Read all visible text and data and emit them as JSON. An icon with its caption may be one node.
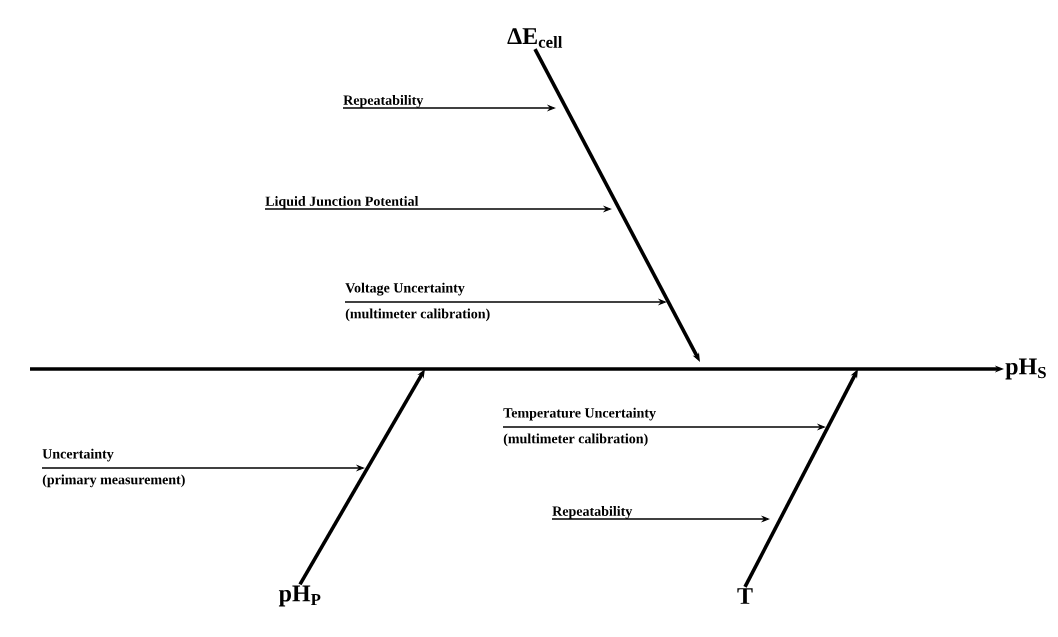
{
  "diagram": {
    "nodes": [
      {
        "text": [
          "ΔE$_{cell}$"
        ]
      },
      {
        "text": [
          "Repeatability"
        ]
      },
      {
        "text": [
          "Liquid Junction Potential"
        ]
      },
      {
        "text": [
          "Voltage Uncertainty",
          "(multimeter calibration)"
        ]
      },
      {
        "text": [
          "pH$_{S}$"
        ]
      },
      {
        "text": [
          "Temperature Uncertainty",
          "(multimeter calibration)"
        ]
      },
      {
        "text": [
          "Uncertainty",
          "(primary measurement)"
        ]
      },
      {
        "text": [
          "Repeatability"
        ]
      },
      {
        "text": [
          "pH$_{P}$"
        ]
      },
      {
        "text": [
          "T"
        ]
      }
    ],
    "edges": [
      {
        "from": null,
        "to": 4,
        "arrow": "to",
        "style": "thick"
      },
      {
        "from": 0,
        "to": null,
        "arrow": "to",
        "style": "thick"
      },
      {
        "from": 8,
        "to": null,
        "arrow": "to",
        "style": "thick"
      },
      {
        "from": 9,
        "to": null,
        "arrow": "to",
        "style": "thick"
      },
      {
        "from": 1,
        "to": null,
        "arrow": "to"
      },
      {
        "from": 2,
        "to": null,
        "arrow": "to"
      },
      {
        "from": 3,
        "to": null,
        "arrow": "to"
      },
      {
        "from": 5,
        "to": null,
        "arrow": "to"
      },
      {
        "from": 6,
        "to": null,
        "arrow": "to"
      },
      {
        "from": 7,
        "to": null,
        "arrow": "to"
      }
    ]
  }
}
